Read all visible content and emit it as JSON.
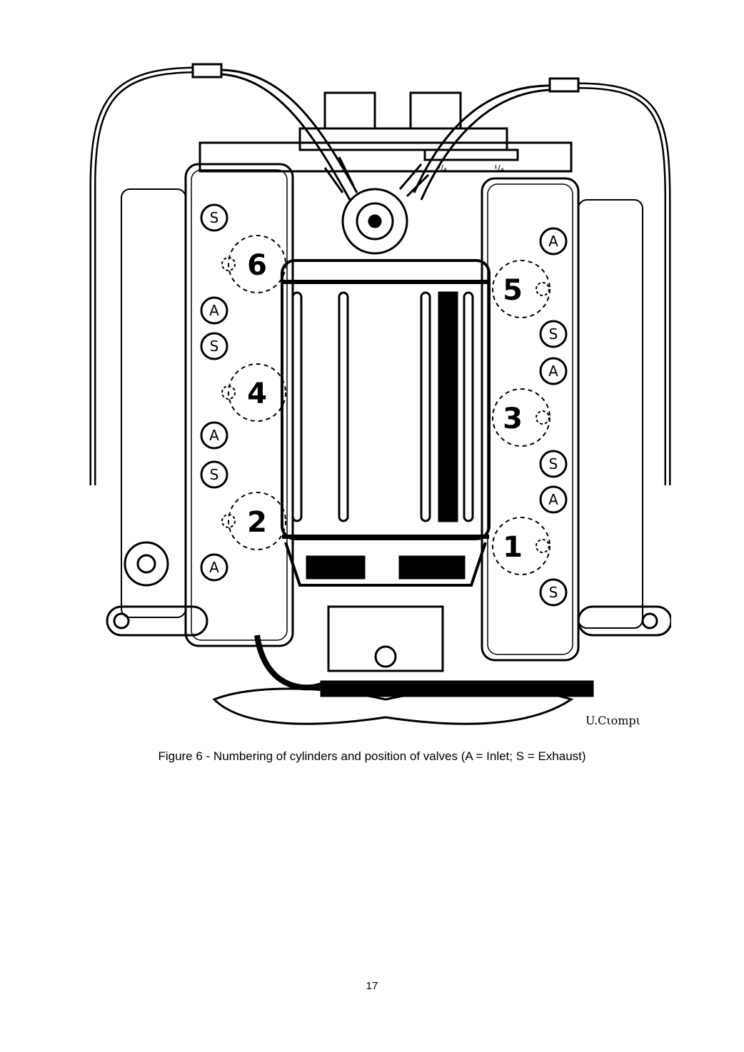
{
  "figure": {
    "cylinder_numbers": {
      "c6": "6",
      "c4": "4",
      "c2": "2",
      "c5": "5",
      "c3": "3",
      "c1": "1"
    },
    "valve_inlet": "A",
    "valve_exhaust": "S",
    "gauge_marks": {
      "left": "⁴/₄",
      "right": "¹/₄"
    },
    "signature": "U.Cιompι"
  },
  "caption": "Figure 6 - Numbering of cylinders and position of valves (A = Inlet; S = Exhaust)",
  "page_number": "17"
}
